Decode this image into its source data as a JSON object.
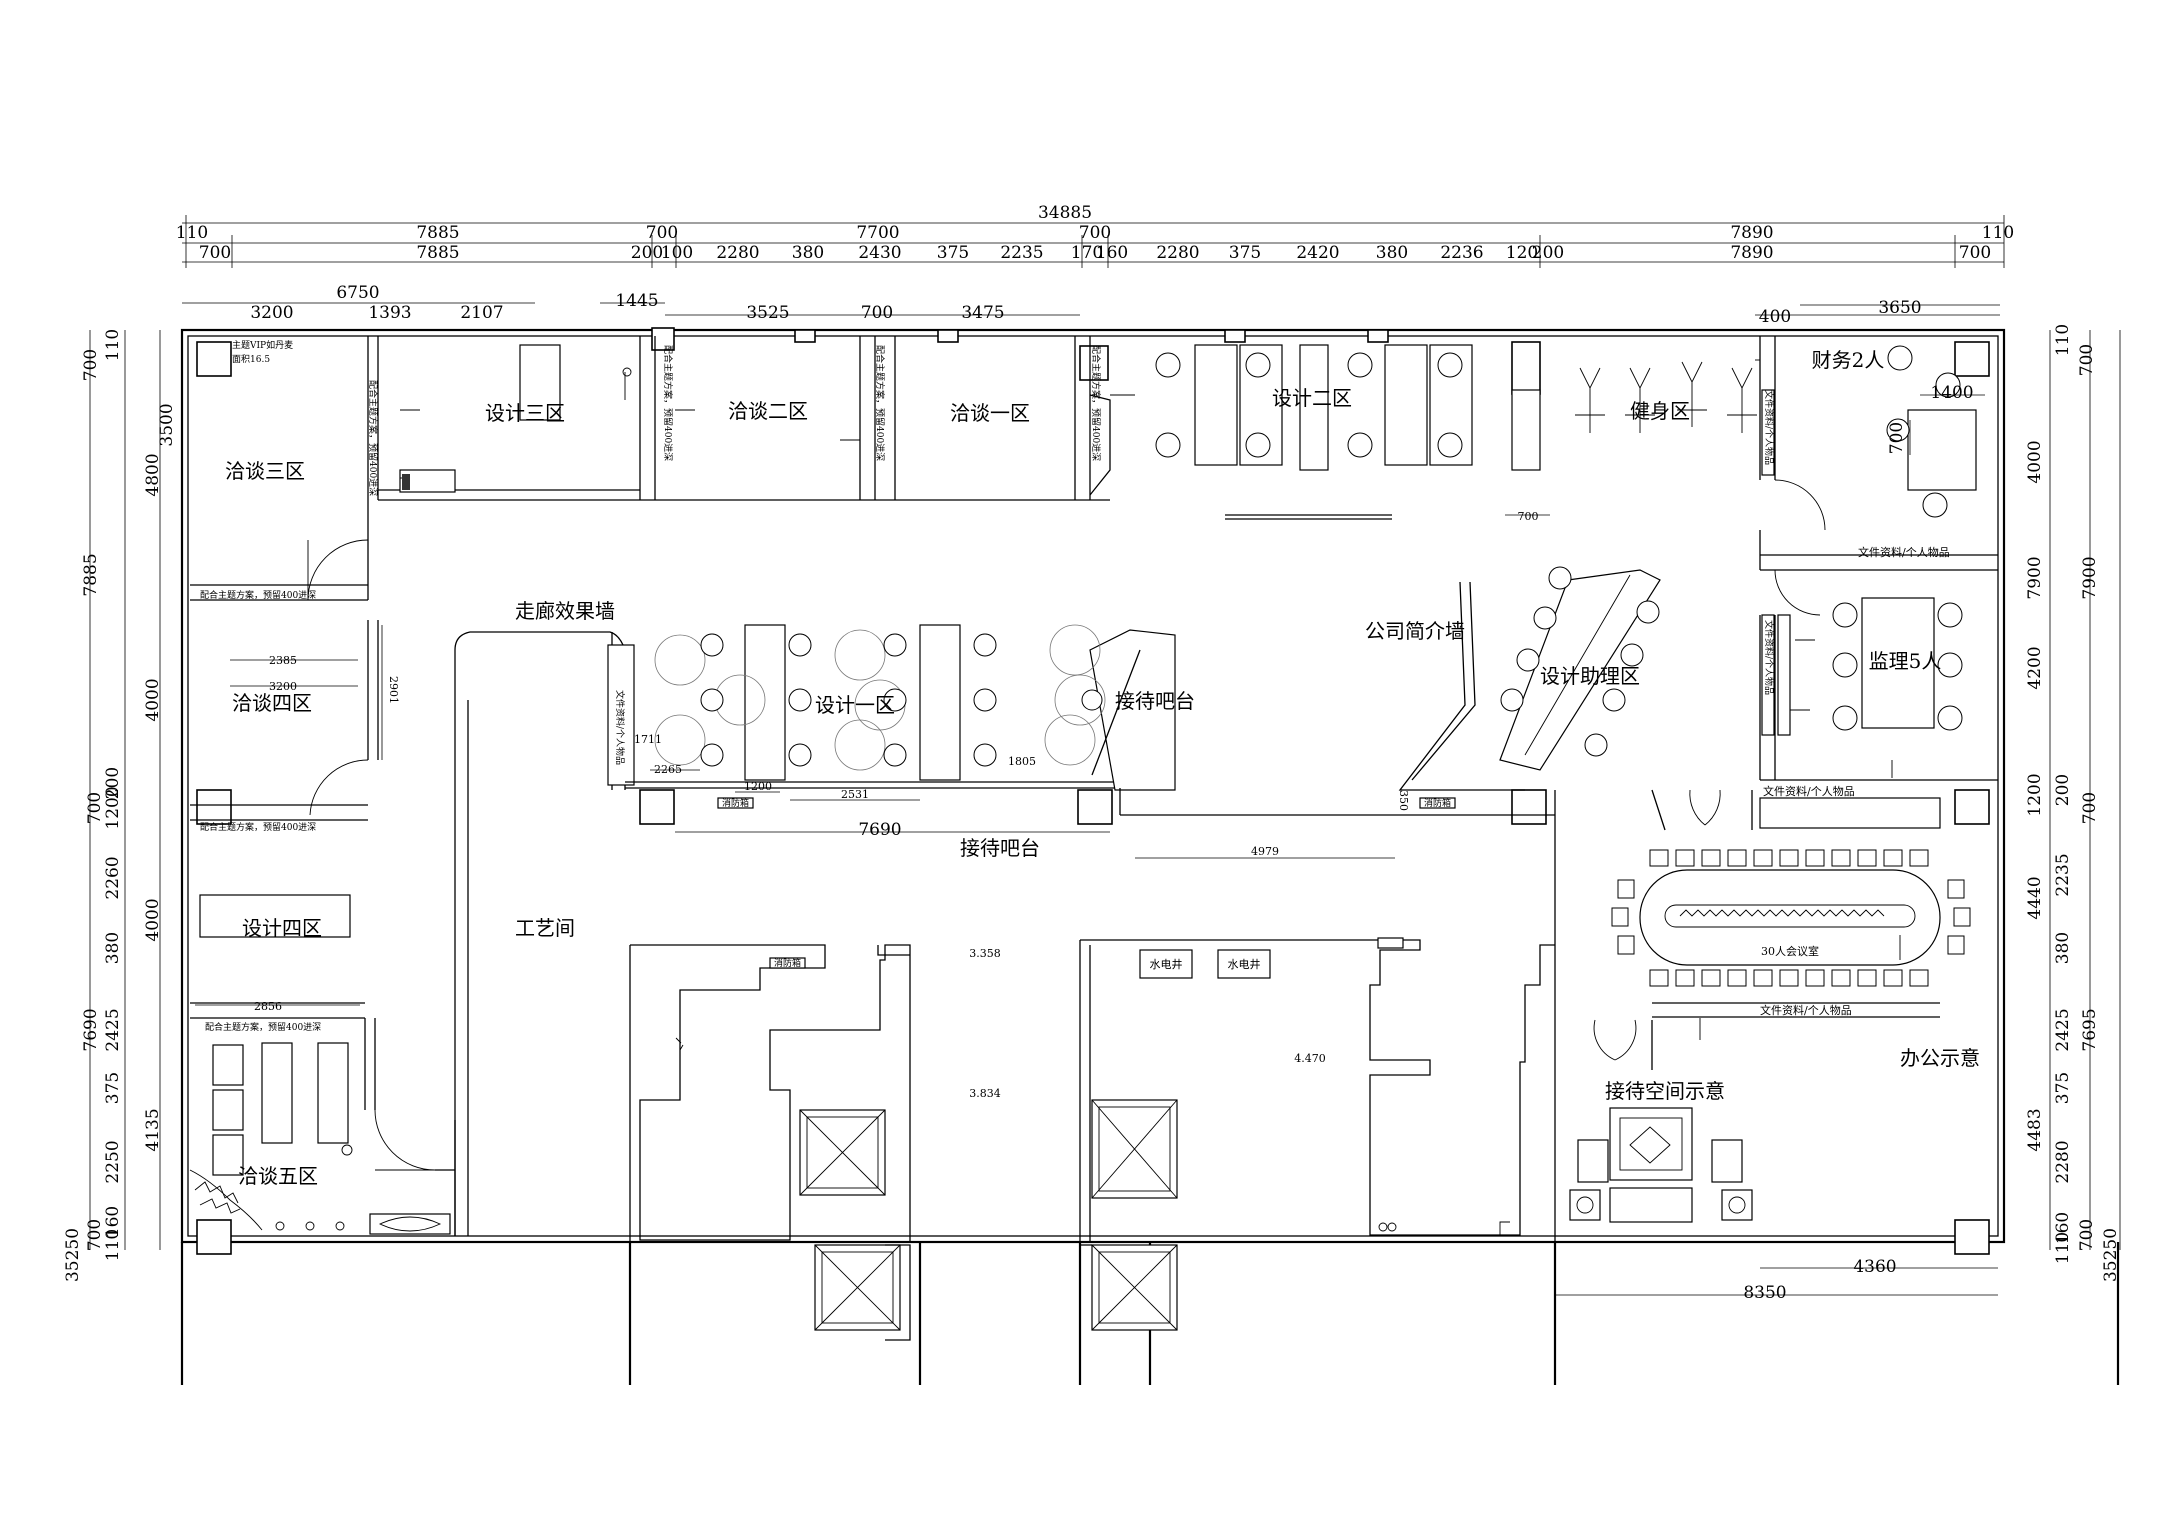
{
  "dimensions": {
    "top_overall": "34885",
    "top_row1": [
      "110",
      "7885",
      "700",
      "7700",
      "700",
      "7890",
      "110"
    ],
    "top_row2": [
      "700",
      "7885",
      "200",
      "100",
      "2280",
      "380",
      "2430",
      "375",
      "2235",
      "170",
      "160",
      "2280",
      "375",
      "2420",
      "380",
      "2236",
      "120",
      "200",
      "7890",
      "700"
    ],
    "top_row3": [
      "6750",
      "3200",
      "1393",
      "2107",
      "1445",
      "3525",
      "700",
      "3475",
      "400",
      "3650"
    ],
    "left_overall": "35250",
    "left_col1": [
      "7885",
      "7690"
    ],
    "left_col2": [
      "700",
      "110",
      "3500",
      "4800",
      "4000",
      "700",
      "1200",
      "200",
      "2260",
      "4000",
      "380",
      "2425",
      "375",
      "4135",
      "2250",
      "700",
      "160",
      "110"
    ],
    "right_overall": "35250",
    "right_col1": [
      "110",
      "700",
      "4000",
      "7900",
      "4200",
      "1200",
      "700",
      "200",
      "2235",
      "4440",
      "380",
      "7695",
      "2425",
      "375",
      "4483",
      "2280",
      "160",
      "700",
      "110"
    ],
    "right_col2": [
      "7900"
    ],
    "inner": [
      "2385",
      "3200",
      "2901",
      "2265",
      "1711",
      "1200",
      "2531",
      "1805",
      "7690",
      "4979",
      "700",
      "350",
      "1400",
      "700",
      "4360",
      "8350",
      "2856"
    ],
    "levels": [
      "3.358",
      "3.834",
      "4.470"
    ]
  },
  "rooms": {
    "qiatan3": "洽谈三区",
    "qiatan4": "洽谈四区",
    "qiatan5": "洽谈五区",
    "qiatan2": "洽谈二区",
    "qiatan1": "洽谈一区",
    "sheji3": "设计三区",
    "sheji1": "设计一区",
    "sheji2": "设计二区",
    "sheji4": "设计四区",
    "shejizhuli": "设计助理区",
    "jianshen": "健身区",
    "caiwu": "财务2人",
    "jianli": "监理5人",
    "zoulang": "走廊效果墙",
    "gongyi": "工艺间",
    "gongsi": "公司简介墙",
    "jiedai1": "接待吧台",
    "jiedai2": "接待吧台",
    "huiyi": "30人会议室",
    "bangong": "办公示意",
    "jiedaikongjian": "接待空间示意",
    "shuidian1": "水电井",
    "shuidian2": "水电井"
  },
  "notes": {
    "vip1": "主题VIP如丹麦",
    "vip2": "面积16.5",
    "scheme": "配合主题方案，预留400进深",
    "files": "文件资料/个人物品",
    "fire": "消防箱"
  }
}
